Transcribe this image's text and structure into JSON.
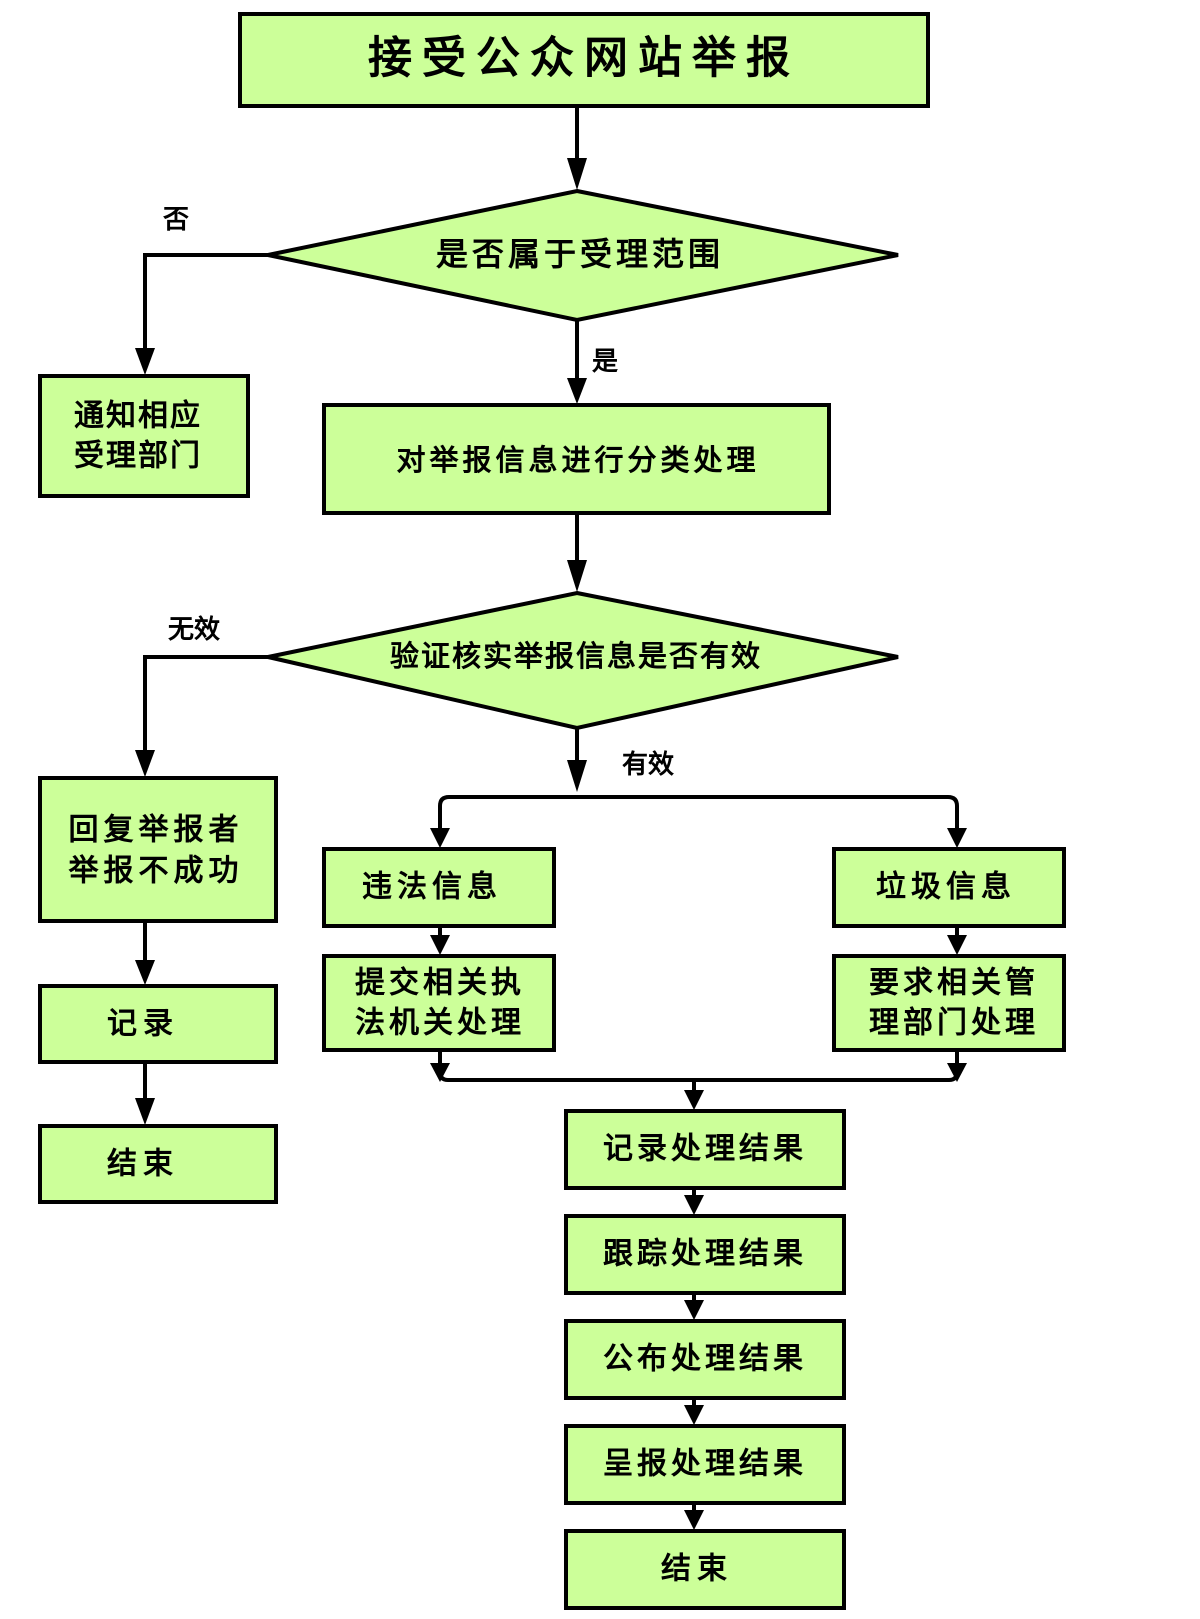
{
  "diagram": {
    "type": "flowchart",
    "colors": {
      "node_fill": "#ccff99",
      "stroke": "#000000",
      "background": "#ffffff"
    },
    "nodes": {
      "start": {
        "lines": [
          "接受公众网站举报"
        ]
      },
      "check_scope": {
        "lines": [
          "是否属于受理范围"
        ]
      },
      "notify_dept": {
        "lines": [
          "通知相应",
          "受理部门"
        ]
      },
      "classify": {
        "lines": [
          "对举报信息进行分类处理"
        ]
      },
      "verify": {
        "lines": [
          "验证核实举报信息是否有效"
        ]
      },
      "reply_fail": {
        "lines": [
          "回复举报者",
          "举报不成功"
        ]
      },
      "record_left": {
        "lines": [
          "记录"
        ]
      },
      "end_left": {
        "lines": [
          "结束"
        ]
      },
      "illegal_info": {
        "lines": [
          "违法信息"
        ]
      },
      "submit_law": {
        "lines": [
          "提交相关执",
          "法机关处理"
        ]
      },
      "spam_info": {
        "lines": [
          "垃圾信息"
        ]
      },
      "require_mgmt": {
        "lines": [
          "要求相关管",
          "理部门处理"
        ]
      },
      "record_result": {
        "lines": [
          "记录处理结果"
        ]
      },
      "track_result": {
        "lines": [
          "跟踪处理结果"
        ]
      },
      "publish_result": {
        "lines": [
          "公布处理结果"
        ]
      },
      "report_result": {
        "lines": [
          "呈报处理结果"
        ]
      },
      "end_main": {
        "lines": [
          "结束"
        ]
      }
    },
    "edge_labels": {
      "no": "否",
      "yes": "是",
      "invalid": "无效",
      "valid": "有效"
    },
    "edges": [
      [
        "start",
        "check_scope"
      ],
      [
        "check_scope",
        "notify_dept",
        "否"
      ],
      [
        "check_scope",
        "classify",
        "是"
      ],
      [
        "classify",
        "verify"
      ],
      [
        "verify",
        "reply_fail",
        "无效"
      ],
      [
        "verify",
        "illegal_info",
        "有效"
      ],
      [
        "verify",
        "spam_info",
        "有效"
      ],
      [
        "reply_fail",
        "record_left"
      ],
      [
        "record_left",
        "end_left"
      ],
      [
        "illegal_info",
        "submit_law"
      ],
      [
        "spam_info",
        "require_mgmt"
      ],
      [
        "submit_law",
        "record_result"
      ],
      [
        "require_mgmt",
        "record_result"
      ],
      [
        "record_result",
        "track_result"
      ],
      [
        "track_result",
        "publish_result"
      ],
      [
        "publish_result",
        "report_result"
      ],
      [
        "report_result",
        "end_main"
      ]
    ]
  }
}
